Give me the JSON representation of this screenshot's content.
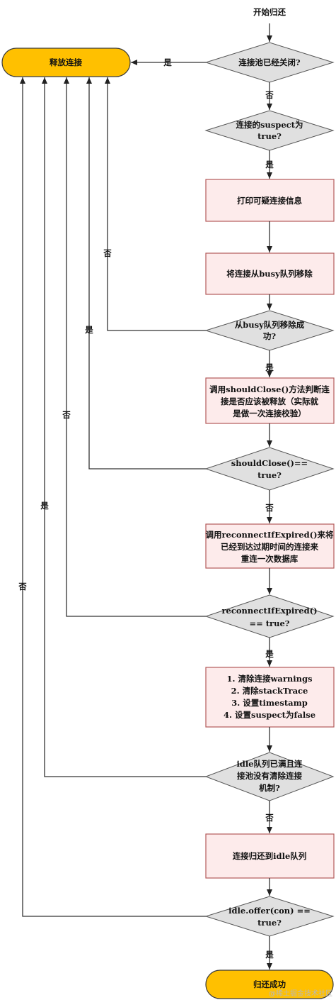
{
  "start_text": "开始归还",
  "release_terminal": "释放连接",
  "success_terminal": "归还成功",
  "labels": {
    "yes": "是",
    "no": "否"
  },
  "nodes": {
    "pool_closed": [
      "连接池已经关闭?"
    ],
    "suspect": [
      "连接的suspect为",
      "true?"
    ],
    "print_info": [
      "打印可疑连接信息"
    ],
    "remove_busy": [
      "将连接从busy队列移除"
    ],
    "remove_ok": [
      "从busy队列移除成",
      "功?"
    ],
    "call_should_close": [
      "调用shouldClose()方法判断连",
      "接是否应该被释放（实际就",
      "是做一次连接校验）"
    ],
    "should_close": [
      "shouldClose()==",
      "true?"
    ],
    "call_reconnect": [
      "调用reconnectIfExpired()来将",
      "已经到达过期时间的连接来",
      "重连一次数据库"
    ],
    "reconnect": [
      "reconnectIfExpired()",
      "== true?"
    ],
    "clear_steps": [
      "1. 清除连接warnings",
      "2. 清除stackTrace",
      "3. 设置timestamp",
      "4. 设置suspect为false"
    ],
    "idle_full": [
      "idle队列已满且连",
      "接池没有清除连接",
      "机制?"
    ],
    "return_idle": [
      "连接归还到idle队列"
    ],
    "offer": [
      "idle.offer(con) ==",
      "true?"
    ]
  },
  "watermark": "@稀土掘金技术社区",
  "colors": {
    "terminal": "#ffc000",
    "decision": "#e0e0e0",
    "process": "#fdebeb",
    "process_border": "#b35a5a"
  }
}
